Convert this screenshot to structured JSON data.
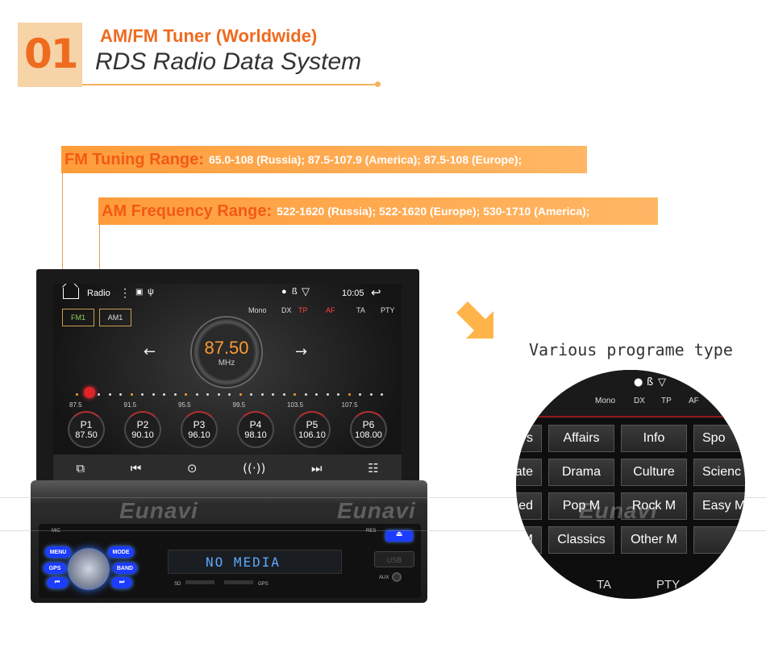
{
  "header": {
    "number": "01",
    "title": "AM/FM Tuner  (Worldwide)",
    "subtitle": "RDS Radio Data System"
  },
  "ranges": {
    "fm_label": "FM Tuning Range:",
    "fm_values": "65.0-108  (Russia);   87.5-107.9  (America);   87.5-108 (Europe);",
    "am_label": "AM Frequency Range:",
    "am_values": "522-1620  (Russia);   522-1620  (Europe);   530-1710  (America);"
  },
  "screen": {
    "app_title": "Radio",
    "clock": "10:05",
    "bands": [
      "FM1",
      "AM1"
    ],
    "flags": [
      "Mono",
      "DX",
      "TP",
      "AF",
      "TA",
      "PTY"
    ],
    "frequency": "87.50",
    "unit": "MHz",
    "scale_ticks": [
      "87.5",
      "91.5",
      "95.5",
      "99.5",
      "103.5",
      "107.5"
    ],
    "presets": [
      {
        "name": "P1",
        "freq": "87.50"
      },
      {
        "name": "P2",
        "freq": "90.10"
      },
      {
        "name": "P3",
        "freq": "96.10"
      },
      {
        "name": "P4",
        "freq": "98.10"
      },
      {
        "name": "P5",
        "freq": "106.10"
      },
      {
        "name": "P6",
        "freq": "108.00"
      }
    ]
  },
  "device": {
    "lcd_text": "NO MEDIA",
    "buttons": [
      "MENU",
      "MODE",
      "GPS",
      "BAND"
    ],
    "labels": {
      "mic": "MIC",
      "res": "RES",
      "sd": "SD",
      "gps": "GPS",
      "aux": "AUX",
      "usb": "USB"
    },
    "brand": "Eunavi"
  },
  "zoom": {
    "caption": "Various programe type",
    "flags": [
      "Mono",
      "DX",
      "TP",
      "AF"
    ],
    "types": [
      [
        "s",
        "Affairs",
        "Info",
        "Spo"
      ],
      [
        "cate",
        "Drama",
        "Culture",
        "Scienc"
      ],
      [
        "ed",
        "Pop M",
        "Rock M",
        "Easy M"
      ],
      [
        "M",
        "Classics",
        "Other M",
        ""
      ]
    ],
    "footer": [
      "TA",
      "PTY"
    ]
  },
  "colors": {
    "accent": "#ee6b1f",
    "banner": "#ff9c3a",
    "freq": "#ff9a2e",
    "led": "#1c3cff"
  }
}
